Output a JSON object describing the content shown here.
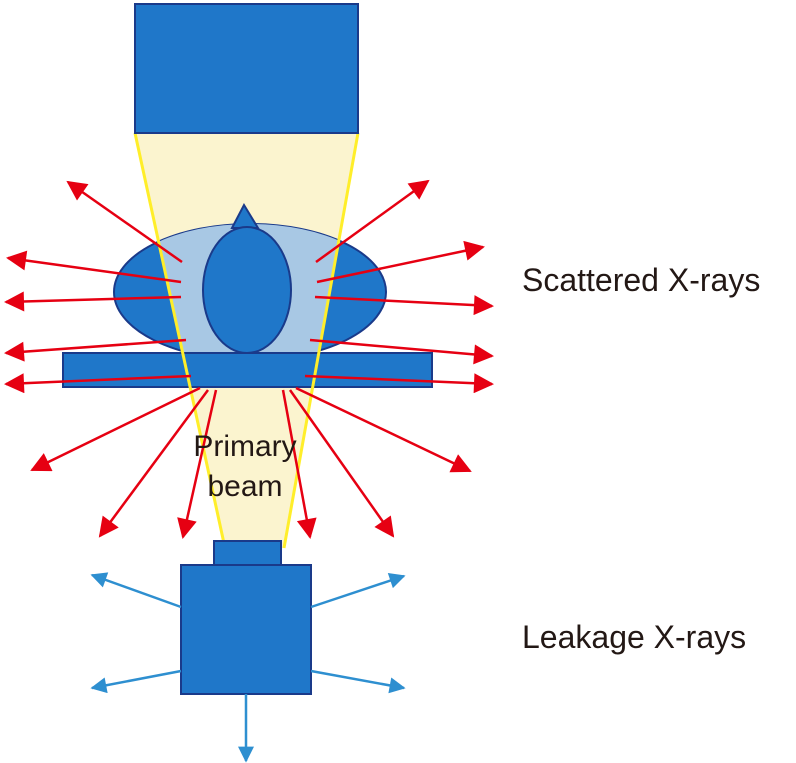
{
  "labels": {
    "scattered": "Scattered X-rays",
    "leakage": "Leakage X-rays",
    "primary_line1": "Primary",
    "primary_line2": "beam"
  },
  "colors": {
    "component_fill": "#1f77c9",
    "component_stroke": "#1a3a8a",
    "beam_fill": "#fbf4cf",
    "beam_edge": "#ffee2a",
    "patient_overlay": "#a8c8e4",
    "scatter_arrow": "#e60012",
    "leakage_arrow": "#2e8fd0",
    "text": "#231815"
  },
  "icons": {
    "scatter": "red-arrow",
    "leakage": "blue-arrow"
  }
}
